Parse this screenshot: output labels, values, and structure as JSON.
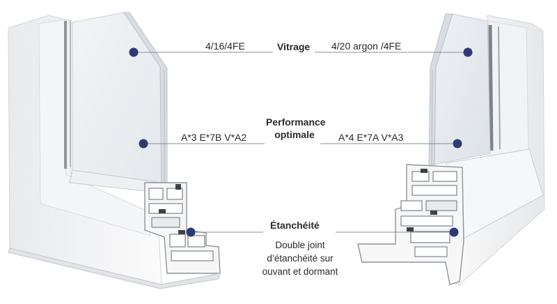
{
  "rows": {
    "vitrage": {
      "title": "Vitrage",
      "left_value": "4/16/4FE",
      "right_value": "4/20 argon /4FE"
    },
    "performance": {
      "title_line1": "Performance",
      "title_line2": "optimale",
      "left_value": "A*3 E*7B V*A2",
      "right_value": "A*4 E*7A V*A3"
    },
    "etancheite": {
      "title": "Étanchéité",
      "note_line1": "Double joint",
      "note_line2": "d’étanchéité sur",
      "note_line3": "ouvant et dormant"
    }
  },
  "colors": {
    "marker": "#2e3a78",
    "leader_line": "#8a8d92",
    "text": "#2a2a2a"
  }
}
